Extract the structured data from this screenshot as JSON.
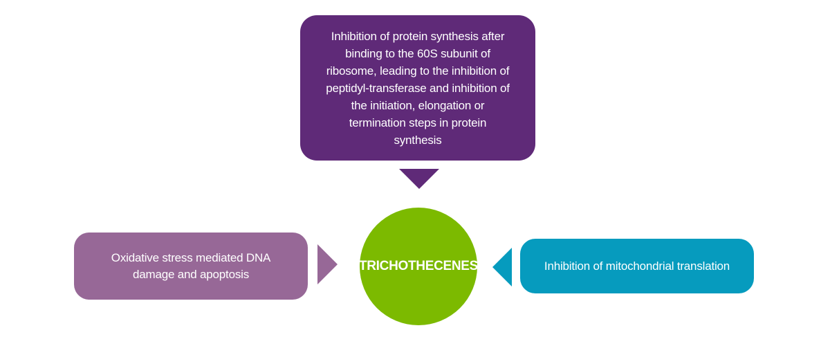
{
  "colors": {
    "top": "#5f2a78",
    "left": "#976897",
    "right": "#069bbe",
    "center": "#7cba00",
    "text": "#ffffff"
  },
  "diagram": {
    "center_label": "TRICHOTHECENES",
    "top_effect": "Inhibition of protein synthesis after binding to the 60S subunit  of ribosome, leading to the inhibition of peptidyl-transferase and inhibition of  the initiation, elongation or termination steps in protein synthesis",
    "left_effect": "Oxidative stress mediated DNA damage and apoptosis",
    "right_effect": "Inhibition of mitochondrial translation"
  }
}
